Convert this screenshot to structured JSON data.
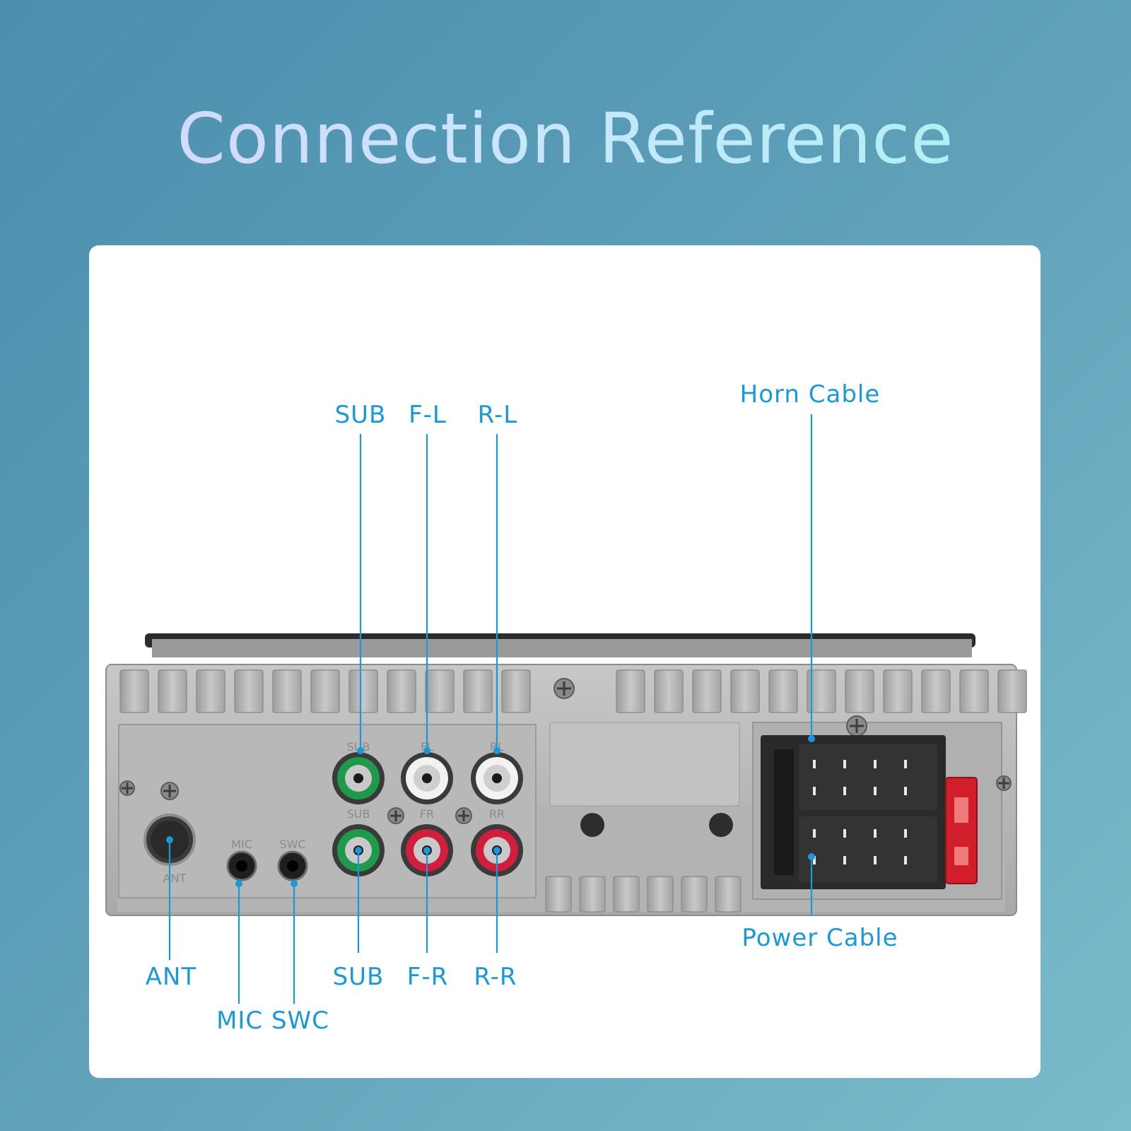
{
  "title": "Connection Reference",
  "labels": {
    "sub_top": "SUB",
    "fl": "F-L",
    "rl": "R-L",
    "horn": "Horn Cable",
    "ant": "ANT",
    "mic_swc": "MIC SWC",
    "sub_bottom": "SUB",
    "fr": "F-R",
    "rr": "R-R",
    "power": "Power Cable"
  },
  "engraved": {
    "sub_top": "SUB",
    "fl": "FL",
    "rl": "RL",
    "sub_bottom": "SUB",
    "fr": "FR",
    "rr": "RR",
    "mic": "MIC",
    "swc": "SWC",
    "ant": "ANT"
  },
  "colors": {
    "accent": "#1a98dc",
    "rca_green": "#1f9a4a",
    "rca_white": "#f2f2f2",
    "rca_red": "#d01e3c",
    "chassis": "#b9b9b9",
    "connector": "#2a2a2a",
    "fuse": "#d21e2a"
  }
}
